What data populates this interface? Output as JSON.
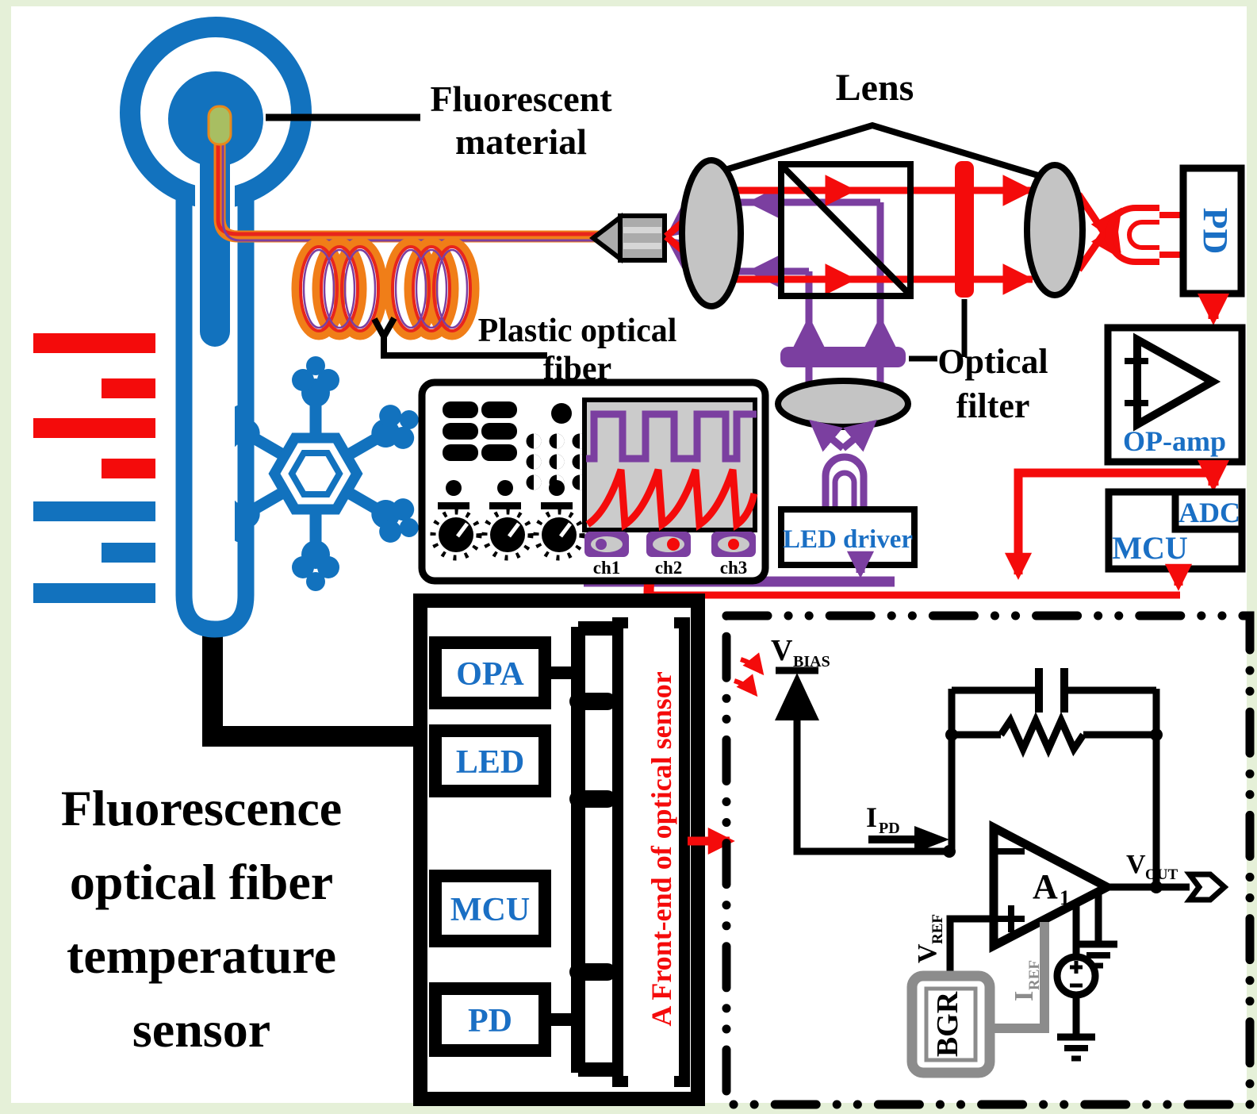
{
  "colors": {
    "blue": "#1272BE",
    "red": "#F40B0B",
    "purple": "#7B3FA0",
    "orange": "#F07E18",
    "label_blue": "#1A6FC4",
    "bg_green": "#E5F0D8",
    "lens_gray": "#C4C4C4",
    "bgr_gray": "#8C8C8C"
  },
  "probe": {
    "material_label_line1": "Fluorescent",
    "material_label_line2": "material"
  },
  "fiber": {
    "label_line1": "Plastic optical",
    "label_line2": "fiber"
  },
  "optics": {
    "lens_label": "Lens",
    "filter_label_line1": "Optical",
    "filter_label_line2": "filter"
  },
  "detector": {
    "pd_label": "PD",
    "opamp_label": "OP-amp",
    "adc_label": "ADC",
    "mcu_label": "MCU"
  },
  "led_driver": {
    "label": "LED driver"
  },
  "oscilloscope": {
    "channels": [
      "ch1",
      "ch2",
      "ch3"
    ]
  },
  "title": {
    "line1": "Fluorescence",
    "line2": "optical fiber",
    "line3": "temperature",
    "line4": "sensor"
  },
  "chip": {
    "blocks": [
      "OPA",
      "LED",
      "MCU",
      "PD"
    ],
    "front_end_label": "A Front-end of optical sensor"
  },
  "circuit": {
    "vbias_main": "V",
    "vbias_sub": "BIAS",
    "ipd_main": "I",
    "ipd_sub": "PD",
    "amp_main": "A",
    "amp_sub": "1",
    "vout_main": "V",
    "vout_sub": "OUT",
    "vref_main": "V",
    "vref_sub": "REF",
    "iref_main": "I",
    "iref_sub": "REF",
    "bgr_label": "BGR"
  }
}
